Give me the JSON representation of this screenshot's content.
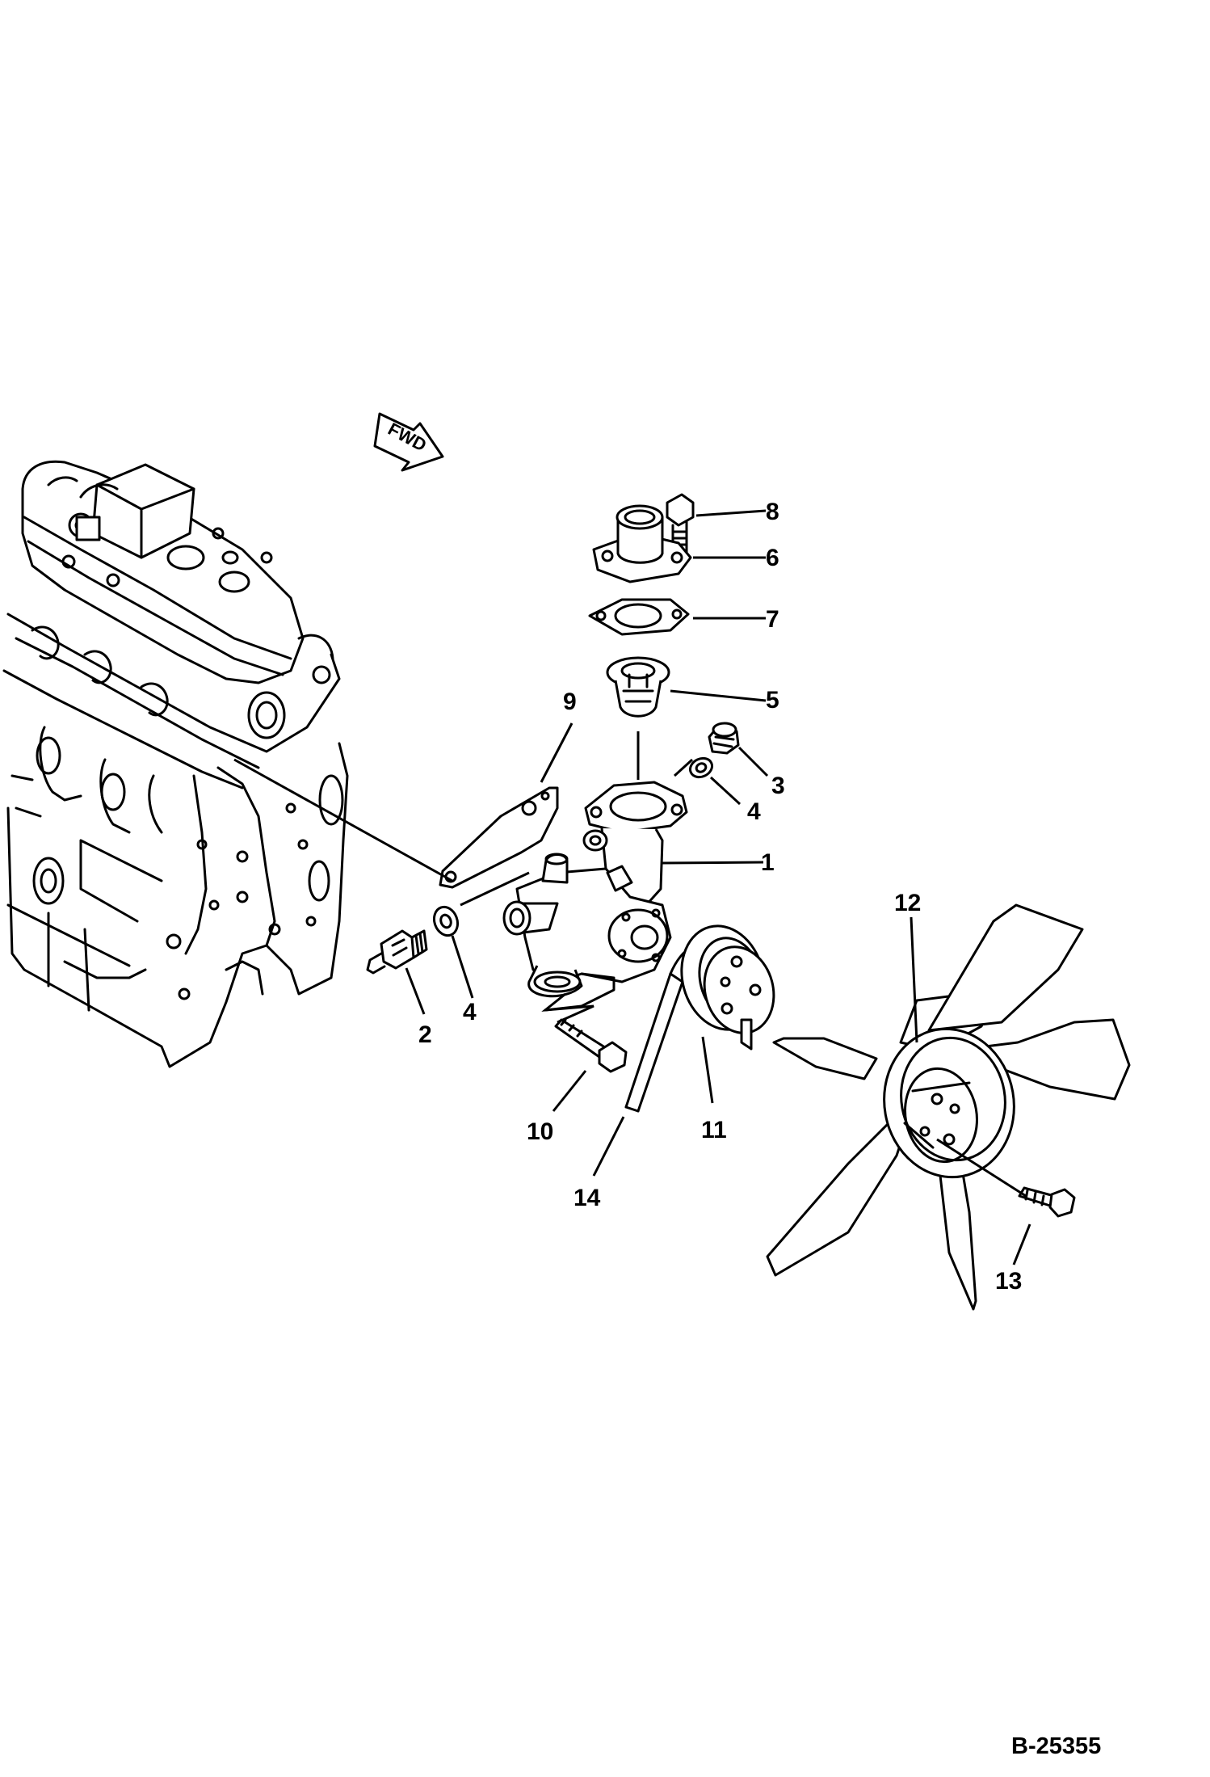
{
  "diagram": {
    "forward_arrow_label": "FWD",
    "document_id": "B-25355",
    "callouts": {
      "c1": "1",
      "c2": "2",
      "c3": "3",
      "c4a": "4",
      "c4b": "4",
      "c5": "5",
      "c6": "6",
      "c7": "7",
      "c8": "8",
      "c9": "9",
      "c10": "10",
      "c11": "11",
      "c12": "12",
      "c13": "13",
      "c14": "14"
    }
  }
}
